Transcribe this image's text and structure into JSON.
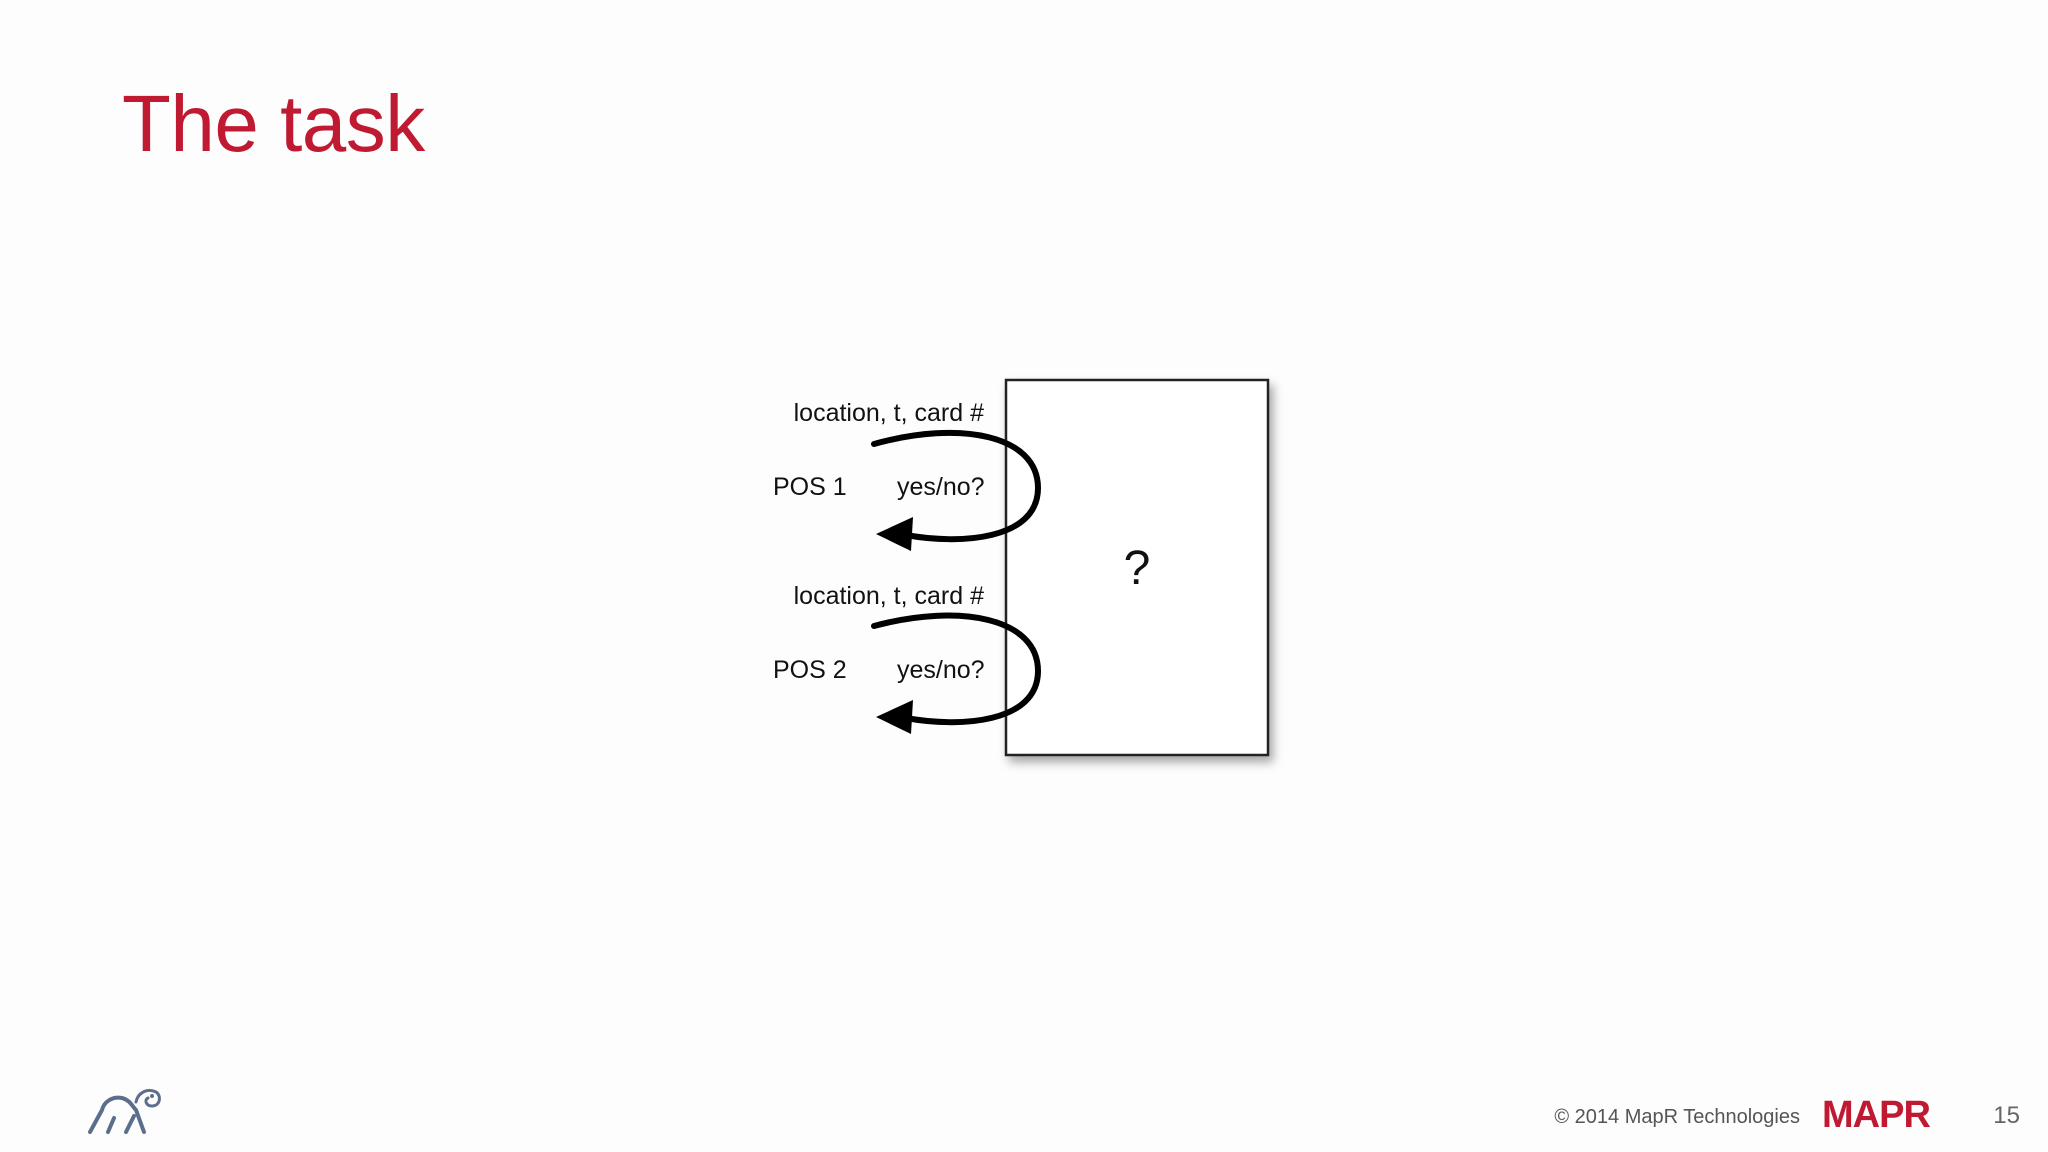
{
  "slide": {
    "title": "The task",
    "page_number": "15"
  },
  "diagram": {
    "box_label": "?",
    "interactions": [
      {
        "request": "location, t, card #",
        "source": "POS 1",
        "response": "yes/no?"
      },
      {
        "request": "location, t, card #",
        "source": "POS 2",
        "response": "yes/no?"
      }
    ]
  },
  "footer": {
    "copyright": "© 2014 MapR Technologies",
    "brand_logo": "MAPR",
    "mascot_icon": "elephant-logo-icon"
  },
  "colors": {
    "title": "#c01a33",
    "brand": "#c01a33",
    "mascot": "#5b6f8c"
  }
}
